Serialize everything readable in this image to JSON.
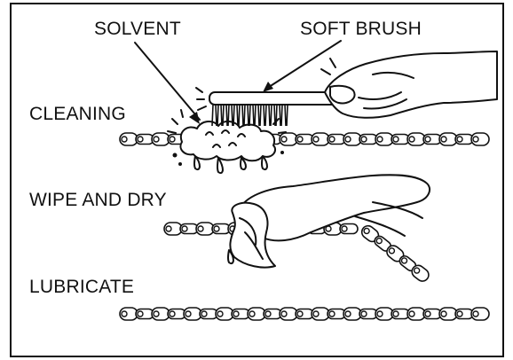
{
  "labels": {
    "solvent": "SOLVENT",
    "soft_brush": "SOFT BRUSH",
    "cleaning": "CLEANING",
    "wipe_and_dry": "WIPE AND DRY",
    "lubricate": "LUBRICATE"
  },
  "colors": {
    "ink": "#111111",
    "paper": "#ffffff"
  }
}
